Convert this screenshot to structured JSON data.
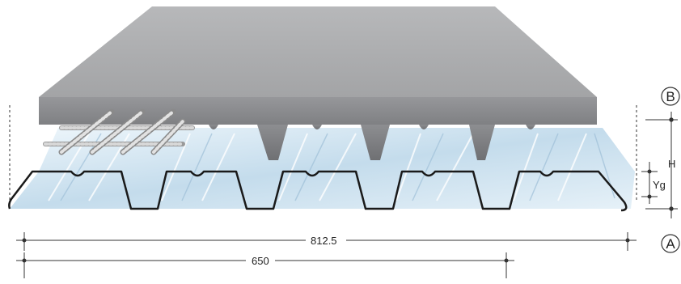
{
  "dimensions": {
    "overall_width": "812.5",
    "cover_width": "650",
    "height": "H",
    "neutral_axis": "Yg"
  },
  "markers": {
    "deck_marker": "A",
    "slab_marker": "B"
  },
  "colors": {
    "slab_top": "#a9aaac",
    "slab_edge": "#8c8d8f",
    "deck_light": "#e4f0f8",
    "deck_mid": "#b9d3e6",
    "deck_outline": "#1a1a1a",
    "rebar": "#c8c8c8",
    "dimension_line": "#333333"
  }
}
